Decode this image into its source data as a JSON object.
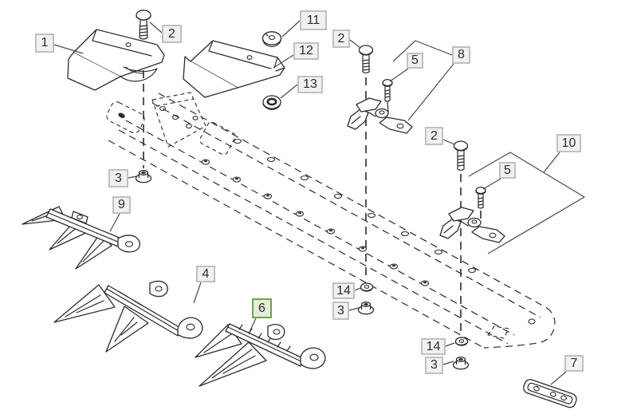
{
  "diagram": {
    "background_color": "#ffffff",
    "line_color": "#2b2b2b",
    "callout_box": {
      "fill": "#f1f1f1",
      "border_color": "#c0c0c0",
      "text_color": "#2b2b2b"
    },
    "highlighted_callout_box": {
      "fill": "#e5ecd9",
      "border_color": "#6fa156",
      "text_color": "#2b2b2b"
    },
    "callouts": [
      {
        "label": "1",
        "highlighted": false
      },
      {
        "label": "2",
        "highlighted": false
      },
      {
        "label": "11",
        "highlighted": false
      },
      {
        "label": "12",
        "highlighted": false
      },
      {
        "label": "13",
        "highlighted": false
      },
      {
        "label": "2",
        "highlighted": false
      },
      {
        "label": "5",
        "highlighted": false
      },
      {
        "label": "8",
        "highlighted": false
      },
      {
        "label": "2",
        "highlighted": false
      },
      {
        "label": "10",
        "highlighted": false
      },
      {
        "label": "5",
        "highlighted": false
      },
      {
        "label": "3",
        "highlighted": false
      },
      {
        "label": "9",
        "highlighted": false
      },
      {
        "label": "4",
        "highlighted": false
      },
      {
        "label": "6",
        "highlighted": true
      },
      {
        "label": "14",
        "highlighted": false
      },
      {
        "label": "3",
        "highlighted": false
      },
      {
        "label": "14",
        "highlighted": false
      },
      {
        "label": "3",
        "highlighted": false
      },
      {
        "label": "7",
        "highlighted": false
      }
    ]
  }
}
